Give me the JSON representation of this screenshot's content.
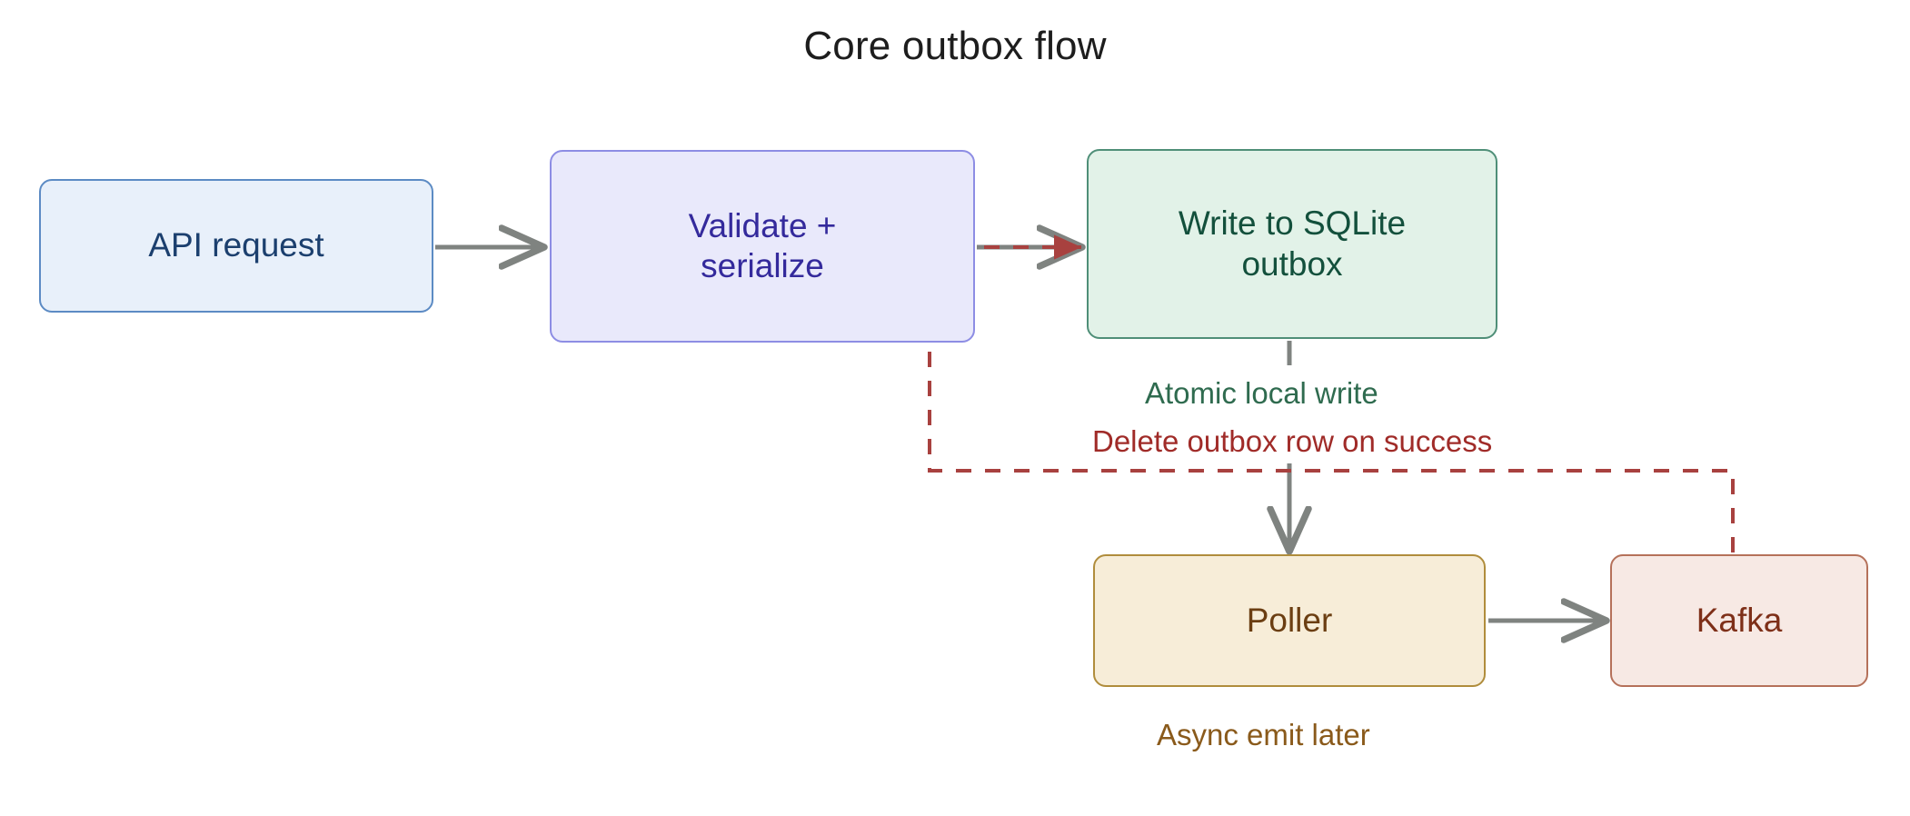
{
  "diagram": {
    "title": "Core outbox flow",
    "type": "flowchart",
    "direction": "left-to-right then down",
    "colors": {
      "background": "#ffffff",
      "title_text": "#1d1d1d",
      "solid_edge": "#7f8380",
      "dashed_edge": "#a8413f"
    },
    "nodes": [
      {
        "id": "api_request",
        "label": "API request",
        "fill": "#e8f0fa",
        "stroke": "#5c8bc4",
        "text_color": "#1b3f6e"
      },
      {
        "id": "validate_serialize",
        "label": "Validate +\nserialize",
        "fill": "#e9e9fb",
        "stroke": "#8d8de4",
        "text_color": "#342a9c"
      },
      {
        "id": "write_sqlite",
        "label": "Write to SQLite\noutbox",
        "fill": "#e2f2e8",
        "stroke": "#4f8f78",
        "text_color": "#13503c"
      },
      {
        "id": "poller",
        "label": "Poller",
        "fill": "#f7edd8",
        "stroke": "#b08d3c",
        "text_color": "#6b3e12"
      },
      {
        "id": "kafka",
        "label": "Kafka",
        "fill": "#f7e9e4",
        "stroke": "#b5715a",
        "text_color": "#7e2f18"
      }
    ],
    "edges": [
      {
        "id": "api_to_validate",
        "from": "api_request",
        "to": "validate_serialize",
        "label": "",
        "style": "solid",
        "color": "#7f8380"
      },
      {
        "id": "validate_to_write",
        "from": "validate_serialize",
        "to": "write_sqlite",
        "label": "",
        "style": "solid",
        "color": "#7f8380"
      },
      {
        "id": "write_to_poller",
        "from": "write_sqlite",
        "to": "poller",
        "label": "Atomic local write",
        "style": "solid",
        "color": "#7f8380",
        "label_color": "#2f6b4f"
      },
      {
        "id": "poller_to_kafka",
        "from": "poller",
        "to": "kafka",
        "label": "Async emit later",
        "style": "solid",
        "color": "#7f8380",
        "label_color": "#8a5a1b"
      },
      {
        "id": "kafka_to_write",
        "from": "kafka",
        "to": "write_sqlite",
        "label": "Delete outbox row on success",
        "style": "dashed",
        "color": "#a8413f",
        "label_color": "#a02b28"
      }
    ],
    "edge_labels": {
      "atomic_local_write": "Atomic local write",
      "delete_outbox_row_on_success": "Delete outbox row on success",
      "async_emit_later": "Async emit later"
    }
  }
}
